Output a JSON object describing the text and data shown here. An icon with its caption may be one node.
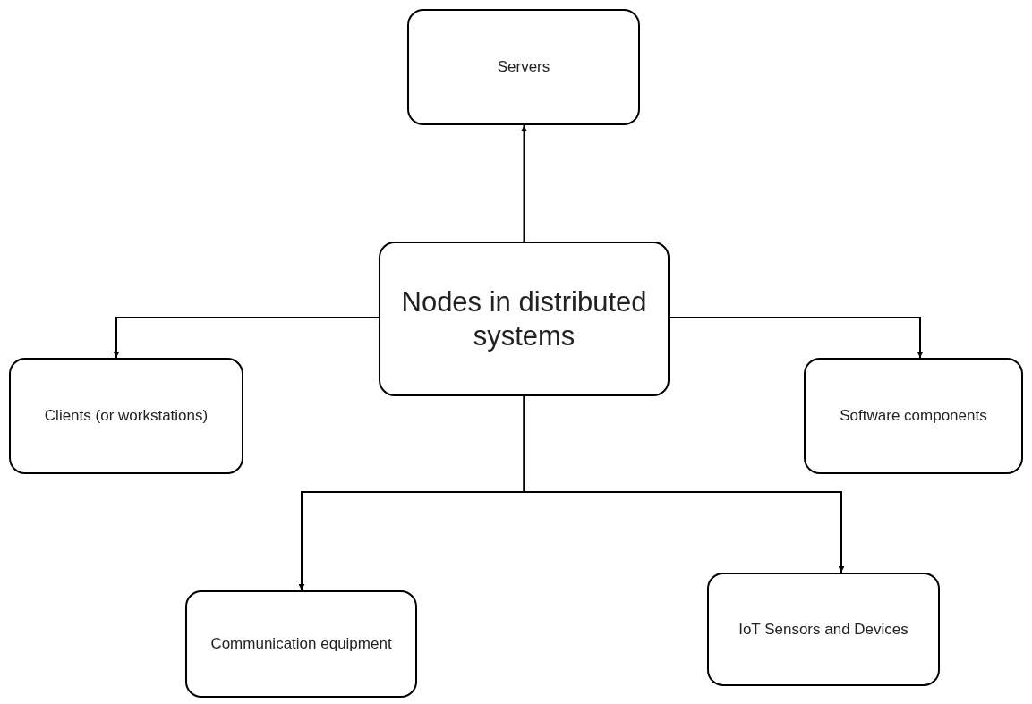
{
  "diagram": {
    "nodes": [
      {
        "text": [
          "Nodes in distributed systems"
        ]
      },
      {
        "text": [
          "Servers"
        ]
      },
      {
        "text": [
          "Clients (or workstations)"
        ]
      },
      {
        "text": [
          "Software components"
        ]
      },
      {
        "text": [
          "Communication equipment"
        ]
      },
      {
        "text": [
          "IoT Sensors and Devices"
        ]
      }
    ],
    "edges": [
      {
        "from": 0,
        "to": 1,
        "arrow": "to"
      },
      {
        "from": 0,
        "to": 2,
        "arrow": "to"
      },
      {
        "from": 0,
        "to": 3,
        "arrow": "to"
      },
      {
        "from": 0,
        "to": 4,
        "arrow": "to"
      },
      {
        "from": 0,
        "to": 5,
        "arrow": "to"
      }
    ]
  }
}
